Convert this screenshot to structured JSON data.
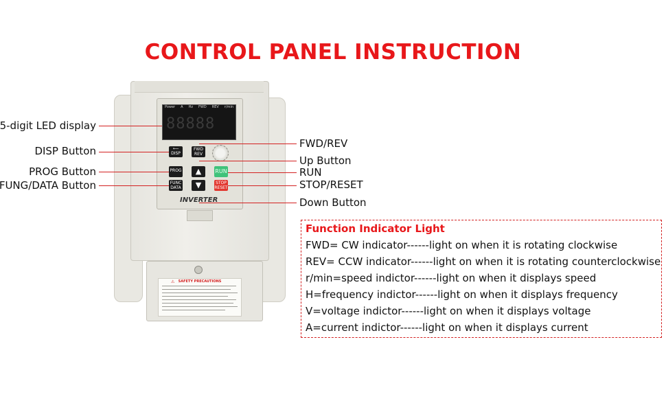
{
  "title": "CONTROL PANEL INSTRUCTION",
  "device": {
    "screen_indicators": [
      "Power",
      "A",
      "Hz",
      "FWD",
      "REV",
      "r/min"
    ],
    "display_digits": "88888",
    "buttons": {
      "disp": "DISP",
      "fwd": "FWD",
      "rev": "REV",
      "prog": "PROG",
      "run": "RUN",
      "func": "FUNC",
      "data": "DATA",
      "stop": "STOP",
      "reset": "RESET"
    },
    "brand_label": "INVERTER",
    "safety_title": "SAFETY PRECAUTIONS"
  },
  "labels_left": [
    {
      "text": "5-digit LED display"
    },
    {
      "text": "DISP Button"
    },
    {
      "text": "PROG Button"
    },
    {
      "text": "FUNG/DATA Button"
    }
  ],
  "labels_right": [
    {
      "text": "FWD/REV"
    },
    {
      "text": "Up Button"
    },
    {
      "text": "RUN"
    },
    {
      "text": "STOP/RESET"
    },
    {
      "text": "Down Button"
    }
  ],
  "function_box": {
    "title": "Function Indicator Light",
    "lines": [
      "FWD= CW indicator------light on when it is rotating clockwise",
      "REV= CCW indicator------light on when it is rotating counterclockwise",
      "r/min=speed indictor------light on when it displays speed",
      "H=frequency indictor------light on when it displays frequency",
      "V=voltage indictor------light on when it displays voltage",
      "A=current indictor------light on when it displays current"
    ]
  },
  "colors": {
    "accent": "#e8171a",
    "run": "#3fc27a",
    "stop": "#e2372f"
  },
  "icons": [
    "up-arrow-icon",
    "down-arrow-icon",
    "warning-icon",
    "knob-icon"
  ]
}
